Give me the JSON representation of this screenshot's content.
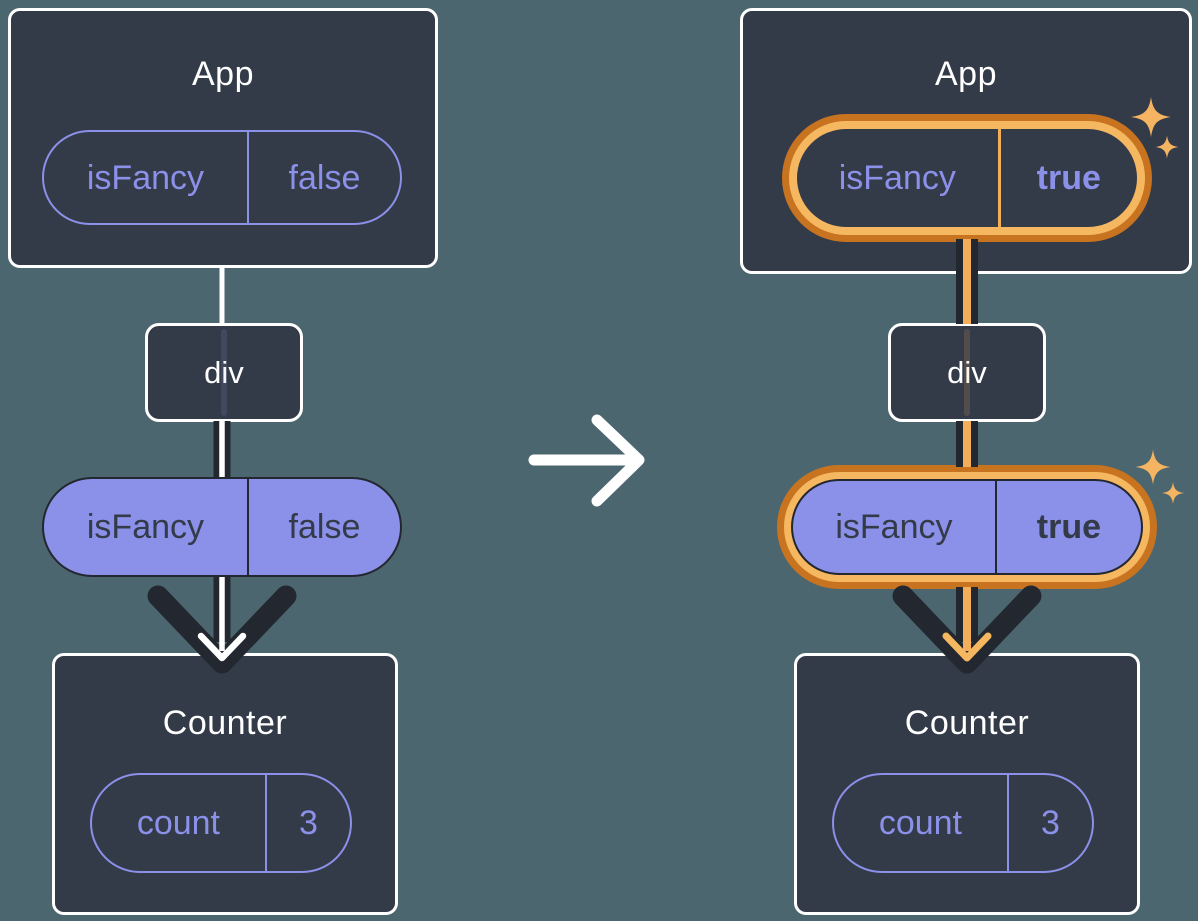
{
  "diagram": {
    "before": {
      "app": {
        "title": "App",
        "prop_name": "isFancy",
        "prop_value": "false"
      },
      "div_label": "div",
      "passed_prop": {
        "name": "isFancy",
        "value": "false"
      },
      "counter": {
        "title": "Counter",
        "state_name": "count",
        "state_value": "3"
      }
    },
    "after": {
      "app": {
        "title": "App",
        "prop_name": "isFancy",
        "prop_value": "true"
      },
      "div_label": "div",
      "passed_prop": {
        "name": "isFancy",
        "value": "true"
      },
      "counter": {
        "title": "Counter",
        "state_name": "count",
        "state_value": "3"
      }
    },
    "colors": {
      "background": "#4C6670",
      "card": "#333A48",
      "card_border": "#FFFFFF",
      "purple": "#8B90E8",
      "dark_arrow": "#23272F",
      "dark_text": "#333A48",
      "orange_ring_outer": "#C7731F",
      "orange_ring_inner": "#F6B761",
      "orange_line": "#F5AF5B",
      "orange_divider": "#F3AE58",
      "sparkle": "#F4B461",
      "white_arrow": "#FFFFFF"
    },
    "icons": {
      "transition_arrow": "right-arrow",
      "sparkle": "four-point-star"
    }
  }
}
